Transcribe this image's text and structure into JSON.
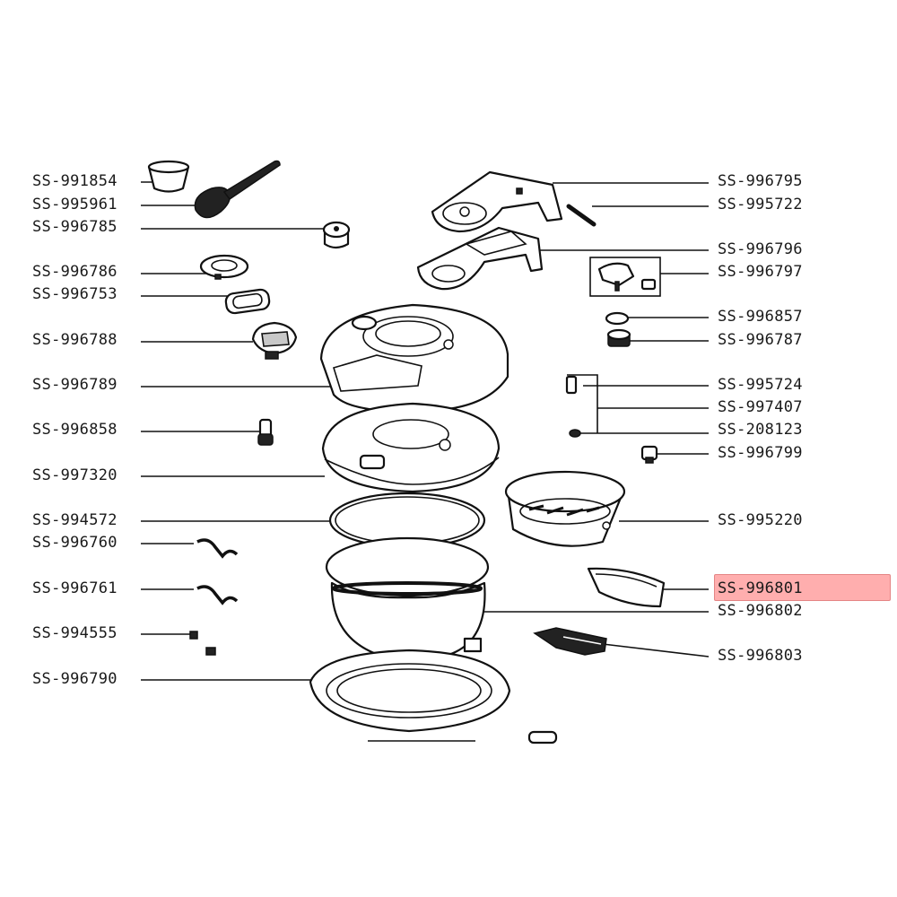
{
  "diagram": {
    "highlighted_part": "SS-996801",
    "left_labels": [
      {
        "code": "SS-991854"
      },
      {
        "code": "SS-995961"
      },
      {
        "code": "SS-996785"
      },
      {
        "code": "SS-996786"
      },
      {
        "code": "SS-996753"
      },
      {
        "code": "SS-996788"
      },
      {
        "code": "SS-996789"
      },
      {
        "code": "SS-996858"
      },
      {
        "code": "SS-997320"
      },
      {
        "code": "SS-994572"
      },
      {
        "code": "SS-996760"
      },
      {
        "code": "SS-996761"
      },
      {
        "code": "SS-994555"
      },
      {
        "code": "SS-996790"
      }
    ],
    "right_labels": [
      {
        "code": "SS-996795"
      },
      {
        "code": "SS-995722"
      },
      {
        "code": "SS-996796"
      },
      {
        "code": "SS-996797"
      },
      {
        "code": "SS-996857"
      },
      {
        "code": "SS-996787"
      },
      {
        "code": "SS-995724"
      },
      {
        "code": "SS-997407"
      },
      {
        "code": "SS-208123"
      },
      {
        "code": "SS-996799"
      },
      {
        "code": "SS-995220"
      },
      {
        "code": "SS-996801"
      },
      {
        "code": "SS-996802"
      },
      {
        "code": "SS-996803"
      }
    ]
  }
}
